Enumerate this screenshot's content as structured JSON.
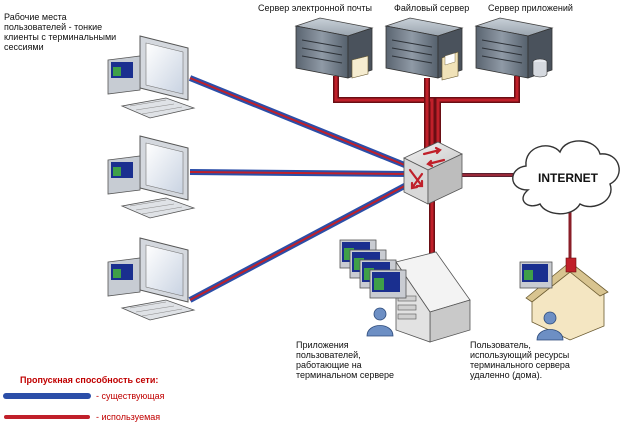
{
  "labels": {
    "workstations": "Рабочие места\nпользователей - тонкие\nклиенты с терминальными\nсессиями",
    "mail_server": "Сервер электронной почты",
    "file_server": "Файловый сервер",
    "app_server": "Сервер приложений",
    "internet": "INTERNET",
    "terminal_apps": "Приложения\nпользователей,\nработающие на\nтерминальном сервере",
    "remote_user": "Пользователь,\nиспользующий ресурсы\nтерминального сервера\nудаленно (дома)."
  },
  "legend": {
    "title": "Пропускная способность сети:",
    "existing": "- существующая",
    "used": "- используемая"
  },
  "colors": {
    "existing_link": "#2b4ea8",
    "used_link": "#c0202a",
    "legend_text": "#c00000"
  },
  "icons": [
    "workstation-icon",
    "server-icon",
    "switch-router-icon",
    "cloud-icon",
    "terminal-server-icon",
    "user-icon",
    "house-icon"
  ]
}
